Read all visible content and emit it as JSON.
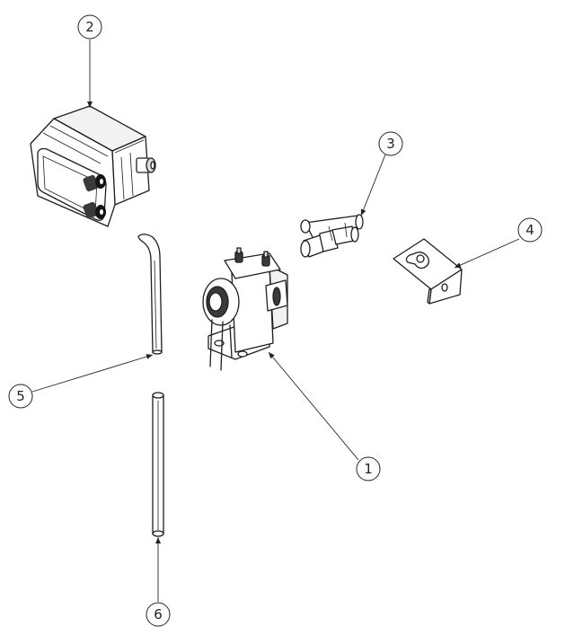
{
  "balloons": [
    {
      "id": "balloon-1",
      "label": "1"
    },
    {
      "id": "balloon-2",
      "label": "2"
    },
    {
      "id": "balloon-3",
      "label": "3"
    },
    {
      "id": "balloon-4",
      "label": "4"
    },
    {
      "id": "balloon-5",
      "label": "5"
    },
    {
      "id": "balloon-6",
      "label": "6"
    }
  ]
}
